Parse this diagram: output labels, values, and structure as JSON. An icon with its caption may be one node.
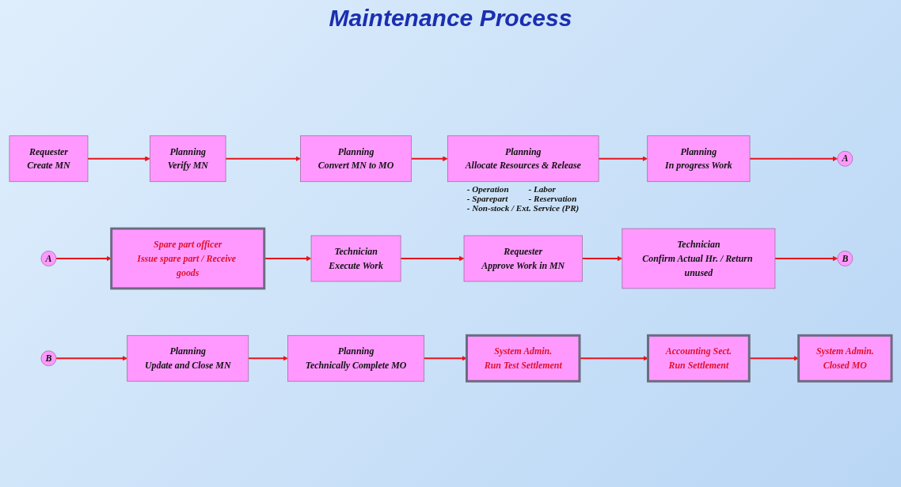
{
  "diagram": {
    "title": "Maintenance Process",
    "nodes": [
      {
        "text": [
          "Requester",
          "Create MN"
        ]
      },
      {
        "text": [
          "Planning",
          "Verify MN"
        ]
      },
      {
        "text": [
          "Planning",
          "Convert MN to MO"
        ]
      },
      {
        "text": [
          "Planning",
          "Allocate Resources & Release"
        ],
        "beside": [
          "- Operation",
          "- Labor",
          "- Sparepart",
          "- Reservation",
          "- Non-stock / Ext. Service (PR)"
        ]
      },
      {
        "text": [
          "Planning",
          "In progress Work"
        ]
      },
      {
        "text": [
          "A"
        ]
      },
      {
        "text": [
          "A"
        ]
      },
      {
        "text": [
          "Spare part officer",
          "Issue spare part / Receive goods"
        ]
      },
      {
        "text": [
          "Technician",
          "Execute Work"
        ]
      },
      {
        "text": [
          "Requester",
          "Approve Work in MN"
        ]
      },
      {
        "text": [
          "Technician",
          "Confirm Actual Hr. / Return unused"
        ]
      },
      {
        "text": [
          "B"
        ]
      },
      {
        "text": [
          "B"
        ]
      },
      {
        "text": [
          "Planning",
          "Update and Close MN"
        ]
      },
      {
        "text": [
          "Planning",
          "Technically Complete MO"
        ]
      },
      {
        "text": [
          "System Admin.",
          "Run Test Settlement"
        ]
      },
      {
        "text": [
          "Accounting Sect.",
          "Run Settlement"
        ]
      },
      {
        "text": [
          "System Admin.",
          "Closed MO"
        ]
      }
    ],
    "edges": [
      {
        "from": 0,
        "to": 1,
        "arrow": "to"
      },
      {
        "from": 1,
        "to": 2,
        "arrow": "to"
      },
      {
        "from": 2,
        "to": 3,
        "arrow": "to"
      },
      {
        "from": 3,
        "to": 4,
        "arrow": "to"
      },
      {
        "from": 4,
        "to": 5,
        "arrow": "to"
      },
      {
        "from": 6,
        "to": 7,
        "arrow": "to"
      },
      {
        "from": 7,
        "to": 8,
        "arrow": "to"
      },
      {
        "from": 8,
        "to": 9,
        "arrow": "to"
      },
      {
        "from": 9,
        "to": 10,
        "arrow": "to"
      },
      {
        "from": 10,
        "to": 11,
        "arrow": "to"
      },
      {
        "from": 12,
        "to": 13,
        "arrow": "to"
      },
      {
        "from": 13,
        "to": 14,
        "arrow": "to"
      },
      {
        "from": 14,
        "to": 15,
        "arrow": "to"
      },
      {
        "from": 15,
        "to": 16,
        "arrow": "to"
      },
      {
        "from": 16,
        "to": 17,
        "arrow": "to"
      }
    ]
  }
}
